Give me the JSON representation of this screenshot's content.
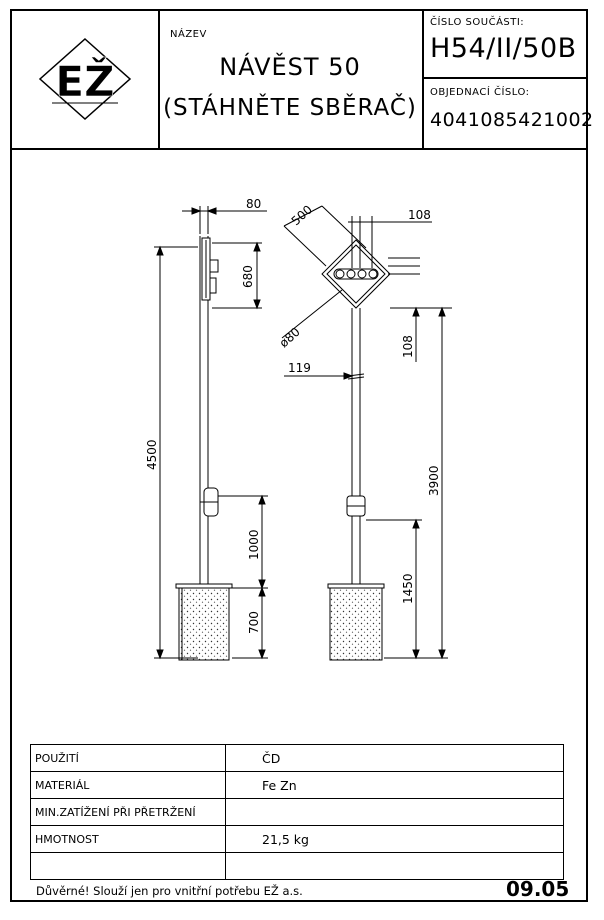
{
  "title_block": {
    "logo_text": "EŽ",
    "name_label": "NÁZEV",
    "name_line1": "NÁVĚST 50",
    "name_line2": "(STÁHNĚTE SBĚRAČ)",
    "part_label": "ČÍSLO SOUČÁSTI:",
    "part_number": "H54/II/50B",
    "order_label": "OBJEDNACÍ ČÍSLO:",
    "order_number": "4041085421002"
  },
  "dimensions": {
    "d80": "80",
    "d500": "500",
    "d108_top": "108",
    "d680": "680",
    "d80_dia": "ø80",
    "d108_side": "108",
    "d119": "119",
    "d4500": "4500",
    "d3900": "3900",
    "d1000": "1000",
    "d1450": "1450",
    "d700": "700"
  },
  "properties": [
    {
      "label": "POUŽITÍ",
      "value": "ČD"
    },
    {
      "label": "MATERIÁL",
      "value": "Fe  Zn"
    },
    {
      "label": "MIN.ZATÍŽENÍ PŘI PŘETRŽENÍ",
      "value": ""
    },
    {
      "label": "HMOTNOST",
      "value": "21,5  kg"
    },
    {
      "label": "",
      "value": ""
    }
  ],
  "footer": {
    "note": "Důvěrné! Slouží jen pro vnitřní potřebu EŽ a.s.",
    "code": "09.05"
  }
}
